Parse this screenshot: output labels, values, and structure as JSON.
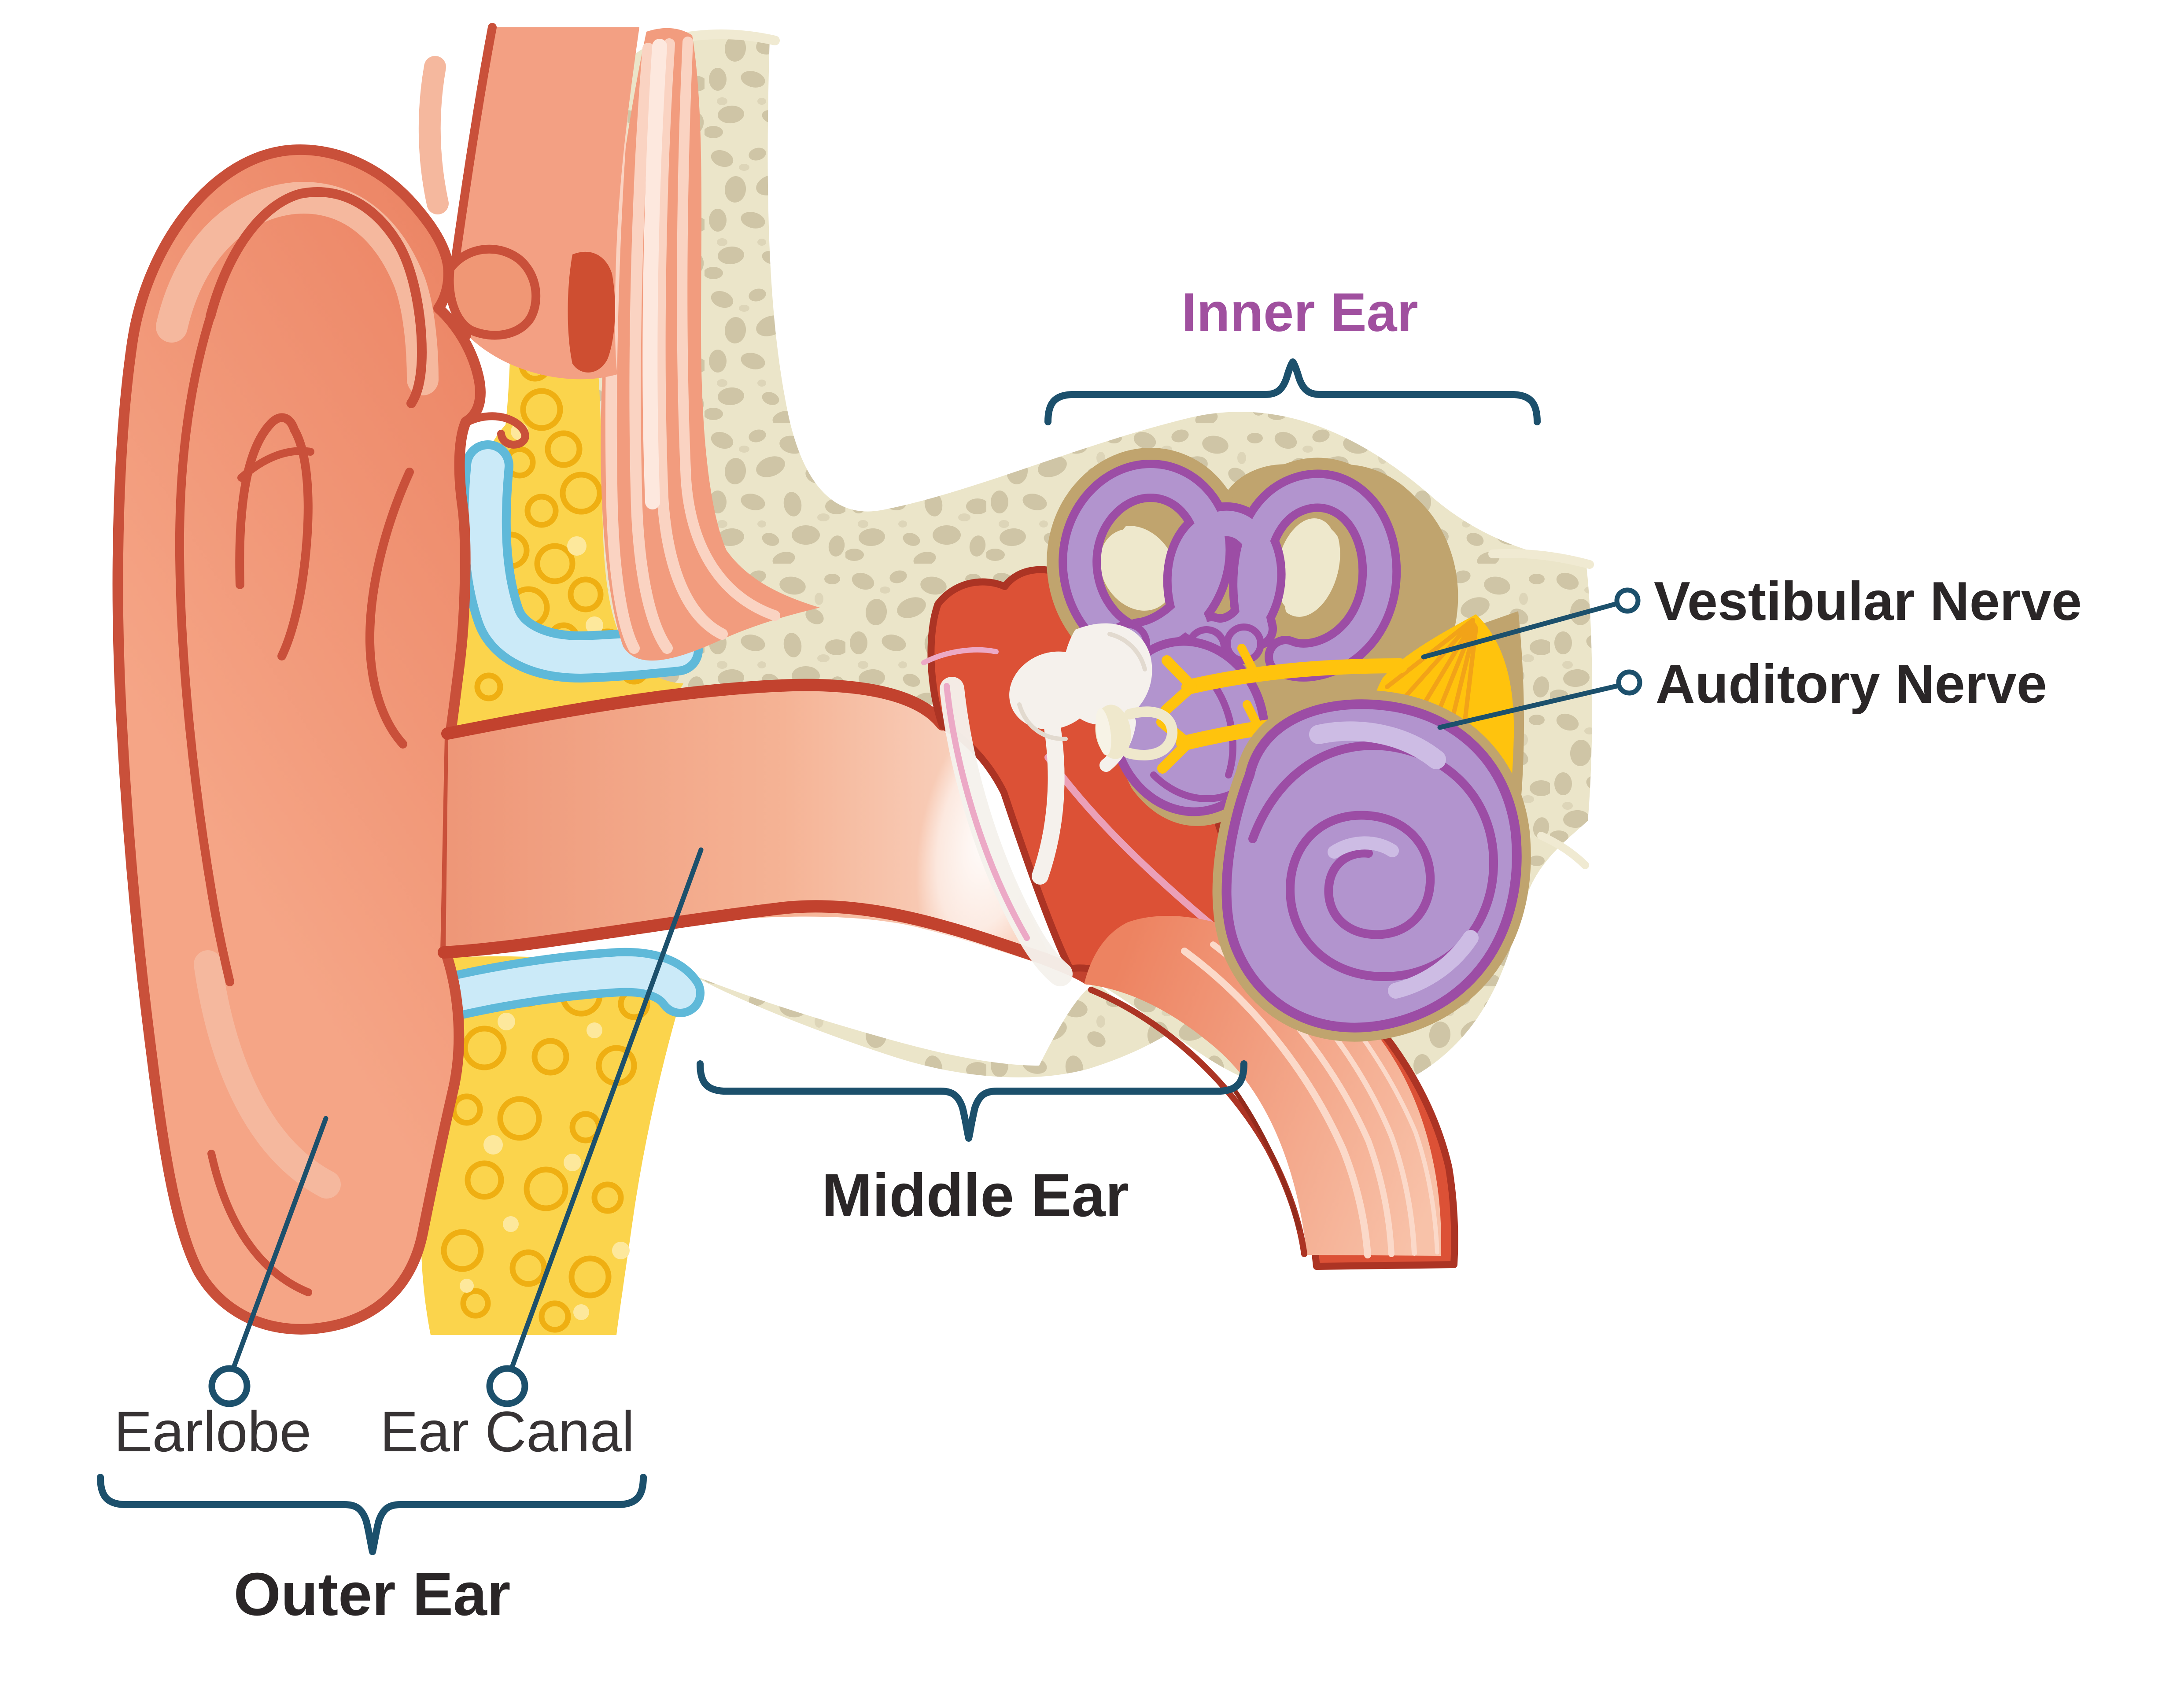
{
  "labels": {
    "inner_ear": "Inner Ear",
    "vestibular_nerve": "Vestibular Nerve",
    "auditory_nerve": "Auditory Nerve",
    "middle_ear": "Middle Ear",
    "earlobe": "Earlobe",
    "ear_canal": "Ear Canal",
    "outer_ear": "Outer Ear"
  },
  "colors": {
    "label_dark": "#2a2627",
    "label_gray": "#373334",
    "label_purple": "#a0509f",
    "annotation": "#1c506c",
    "pinna": "#f2997b",
    "pinna_outline": "#c9503a",
    "pinna_highlight": "#f5b89e",
    "fat": "#fbd44c",
    "fat_bubble": "#efaf12",
    "fat_bubble_light": "#fde89c",
    "cartilage": "#cbeaf8",
    "cartilage_outline": "#5fb9d9",
    "muscle": "#f29c7e",
    "muscle_stripe": "#fad3c2",
    "bone": "#ebe5c9",
    "bone_speckle": "#cfc5a6",
    "bone_hole": "#eee8cc",
    "socket_tan": "#c0a46e",
    "labyrinth": "#b294ce",
    "labyrinth_outline": "#9c4da5",
    "labyrinth_highlight": "#cdbce4",
    "nerve_yellow": "#ffc30d",
    "nerve_streak": "#f2a318",
    "middle_ear_red": "#dc5136",
    "middle_ear_dark": "#ac3424",
    "ossicle_white": "#f5f1ec",
    "stapes_cream": "#efe8cc",
    "tendon_pink": "#eca9c6"
  }
}
